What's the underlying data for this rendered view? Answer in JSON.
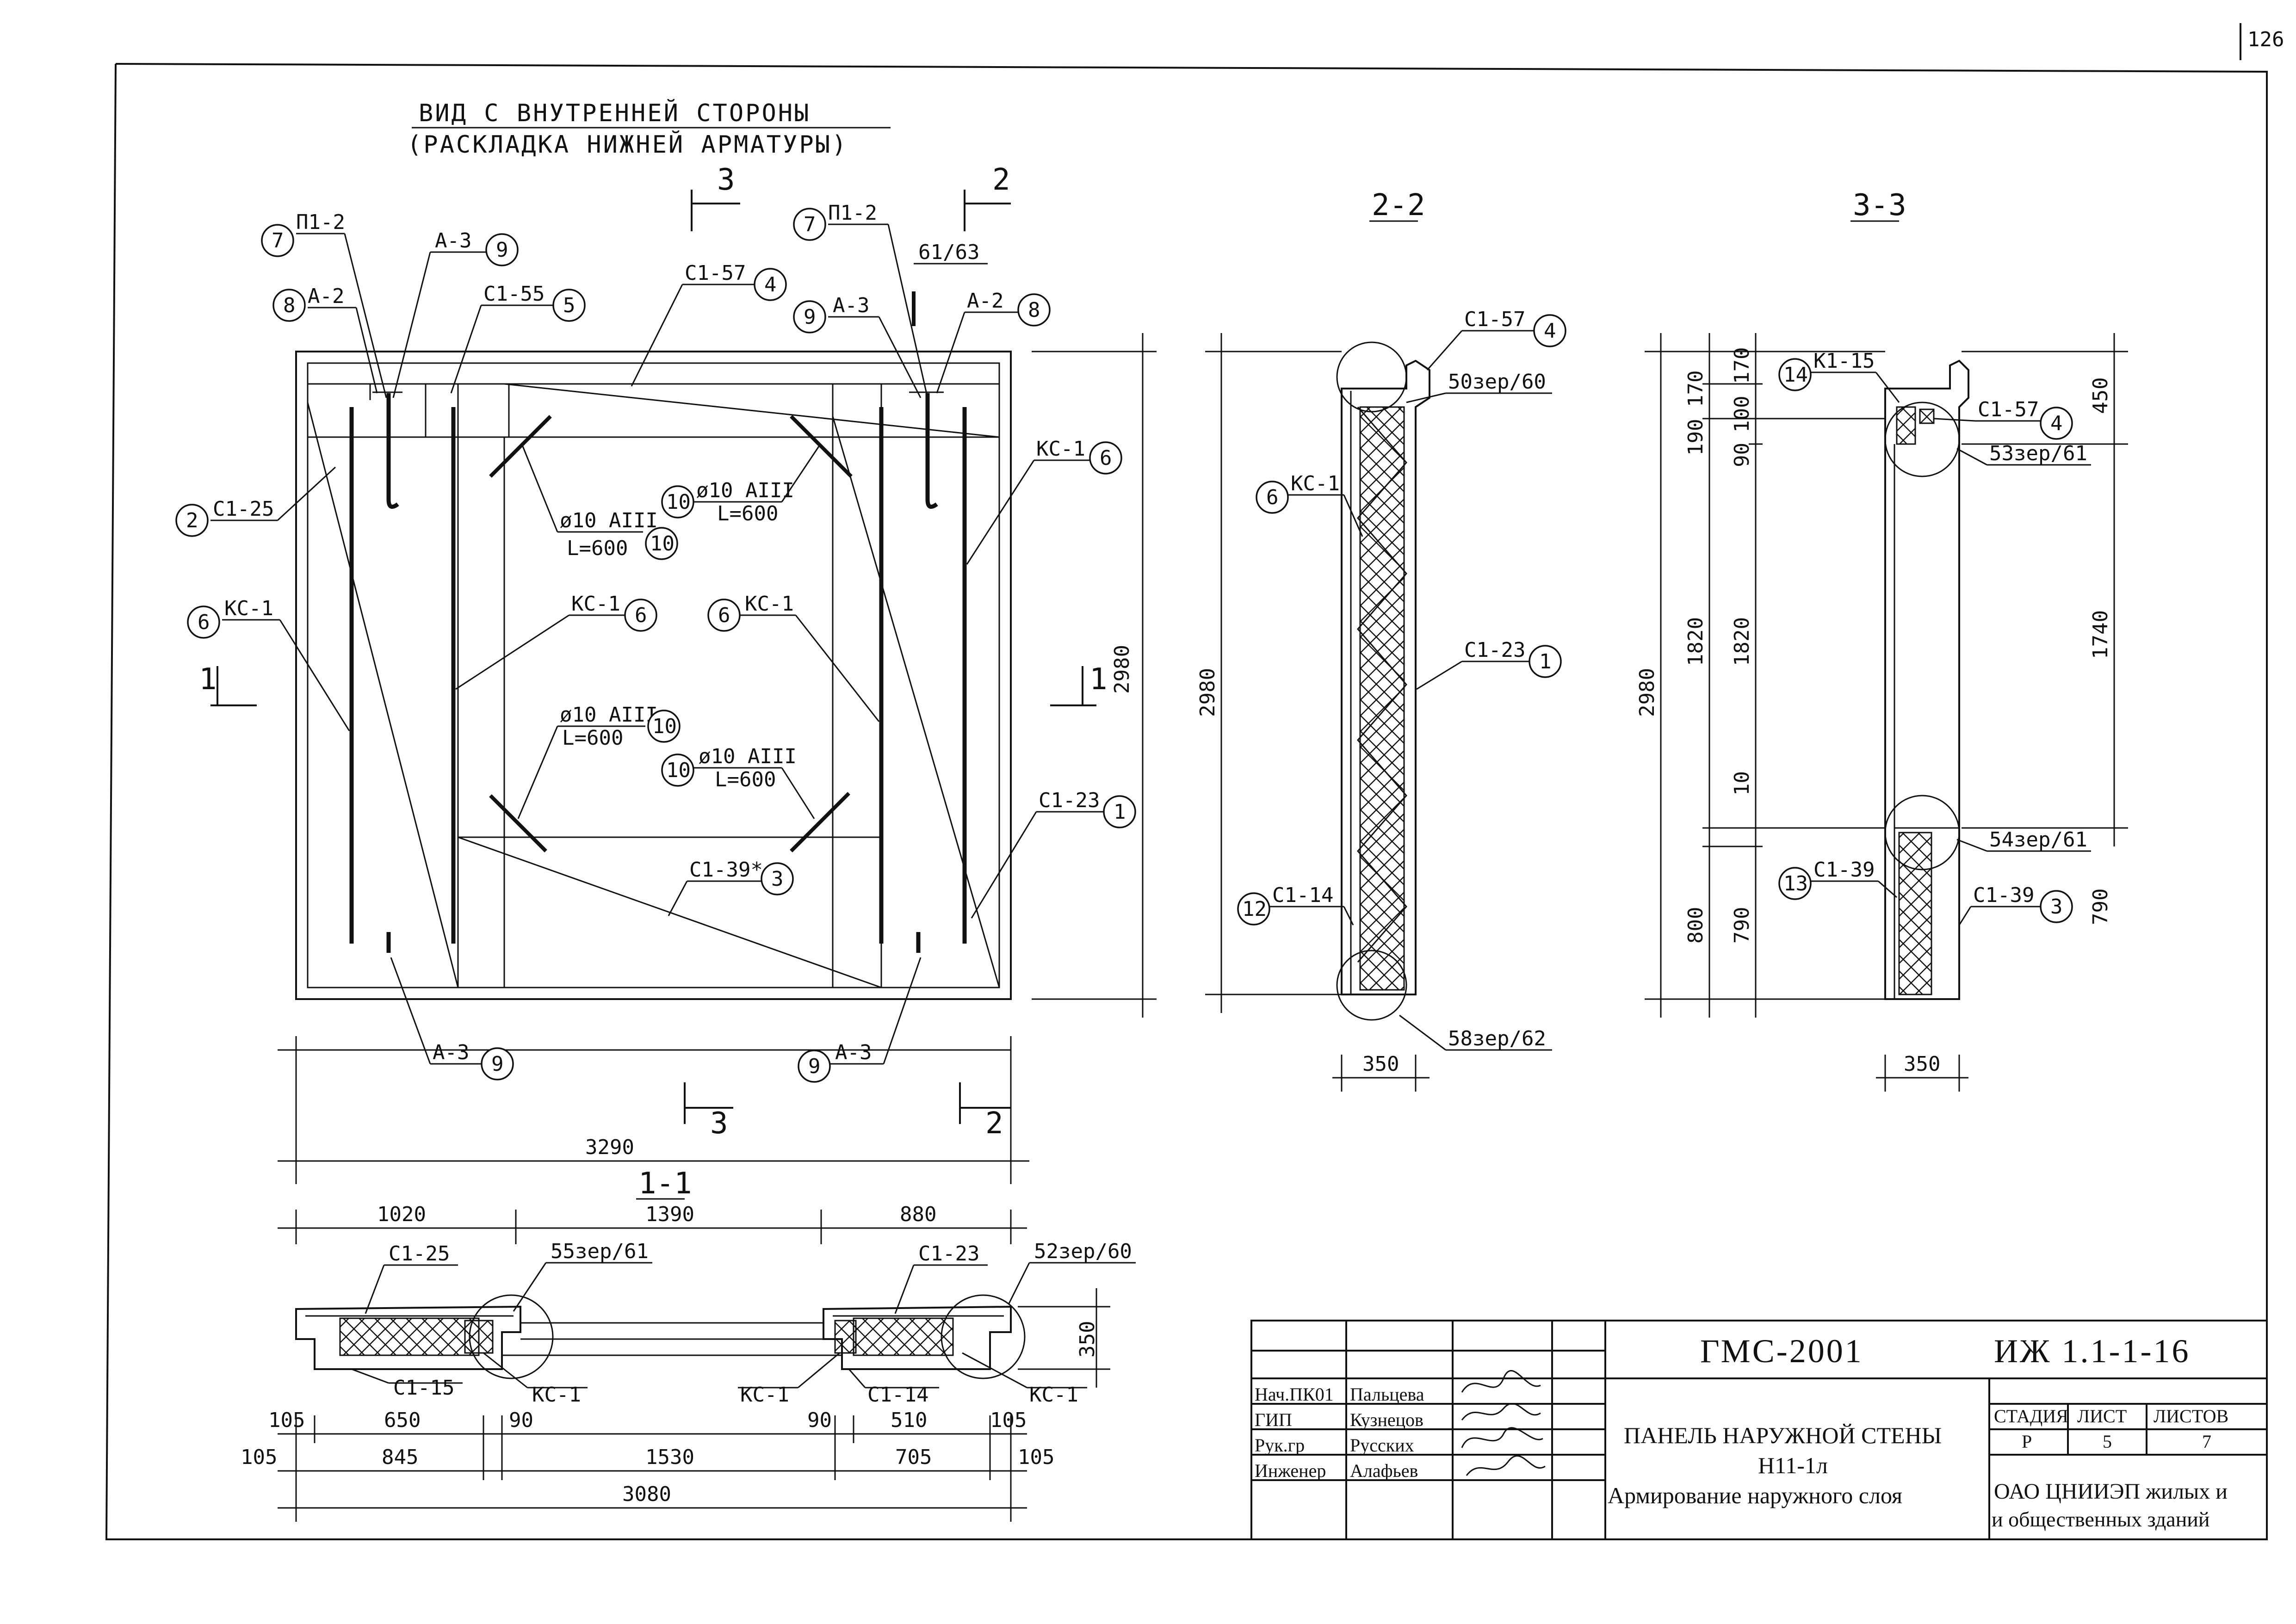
{
  "page_number": "126",
  "main_title": {
    "line1": "ВИД С ВНУТРЕННЕЙ СТОРОНЫ",
    "line2": "(РАСКЛАДКА НИЖНЕЙ АРМАТУРЫ)"
  },
  "section_labels": {
    "s22": "2-2",
    "s33": "3-3",
    "s11": "1-1",
    "cut1": "1",
    "cut2": "2",
    "cut3": "3"
  },
  "elevation": {
    "width_dim": "3290",
    "height_dim": "2980",
    "callouts": {
      "p12_left": "П1-2",
      "p12_left_n": "7",
      "a3_top_left": "А-3",
      "a3_top_left_n": "9",
      "a2_left": "А-2",
      "a2_left_n": "8",
      "c155": "С1-55",
      "c155_n": "5",
      "c157": "С1-57",
      "c157_n": "4",
      "p12_right": "П1-2",
      "p12_right_n": "7",
      "r6163": "61/63",
      "a3_top_right": "А-3",
      "a3_top_right_n": "9",
      "a2_right": "А-2",
      "a2_right_n": "8",
      "c125": "С1-25",
      "c125_n": "2",
      "kc1_right": "КС-1",
      "kc1_right_n": "6",
      "rod_a": "ø10 АIII",
      "rod_a_l": "L=600",
      "rod_a_n": "10",
      "rod_b": "ø10 АIII",
      "rod_b_l": "L=600",
      "rod_b_n": "10",
      "kc1_left": "КС-1",
      "kc1_left_n": "6",
      "kc1_mid": "КС-1",
      "kc1_mid_n": "6",
      "kc1_mid2": "КС-1",
      "kc1_mid2_n": "6",
      "rod_c": "ø10 АIII",
      "rod_c_l": "L=600",
      "rod_c_n": "10",
      "rod_d": "ø10 АIII",
      "rod_d_l": "L=600",
      "rod_d_n": "10",
      "c123": "С1-23",
      "c123_n": "1",
      "c139": "С1-39*",
      "c139_n": "3",
      "a3_bot_left": "А-3",
      "a3_bot_left_n": "9",
      "a3_bot_right": "А-3",
      "a3_bot_right_n": "9"
    }
  },
  "section22": {
    "height_dim": "2980",
    "width_dim": "350",
    "c157": "С1-57",
    "c157_n": "4",
    "z5060": "50зер/60",
    "kc1": "КС-1",
    "kc1_n": "6",
    "c123": "С1-23",
    "c123_n": "1",
    "c114": "С1-14",
    "c114_n": "12",
    "z5862": "58зер/62"
  },
  "section33": {
    "height_dim": "2980",
    "d170a": "170",
    "d190": "190",
    "d170b": "170",
    "d100": "100",
    "d90": "90",
    "d1820a": "1820",
    "d1820b": "1820",
    "d10": "10",
    "d800": "800",
    "d790a": "790",
    "d450": "450",
    "d1740": "1740",
    "d790b": "790",
    "width_dim": "350",
    "k115": "К1-15",
    "k115_n": "14",
    "c157": "С1-57",
    "c157_n": "4",
    "z5361": "53зер/61",
    "z5461": "54зер/61",
    "c139_left": "С1-39",
    "c139_left_n": "13",
    "c139_right": "С1-39",
    "c139_right_n": "3"
  },
  "section11": {
    "d1020": "1020",
    "d1390": "1390",
    "d880": "880",
    "c125": "С1-25",
    "z5561": "55зер/61",
    "c123": "С1-23",
    "z5260": "52зер/60",
    "d350": "350",
    "c115": "С1-15",
    "kc1_a": "КС-1",
    "kc1_b": "КС-1",
    "c114": "С1-14",
    "kc1_c": "КС-1",
    "row1": [
      "105",
      "650",
      "90",
      "90",
      "510",
      "105"
    ],
    "row2": [
      "105",
      "845",
      "1530",
      "705",
      "105"
    ],
    "total": "3080"
  },
  "title_block": {
    "project": "ГМС-2001",
    "code": "ИЖ 1.1-1-16",
    "roles": [
      {
        "role": "Нач.ПК01",
        "name": "Пальцева"
      },
      {
        "role": "ГИП",
        "name": "Кузнецов"
      },
      {
        "role": "Рук.гр",
        "name": "Русских"
      },
      {
        "role": "Инженер",
        "name": "Алафьев"
      }
    ],
    "name_line1": "ПАНЕЛЬ НАРУЖНОЙ СТЕНЫ",
    "name_line2": "Н11-1л",
    "name_line3": "Армирование наружного слоя",
    "stage_hdr": "СТАДИЯ",
    "sheet_hdr": "ЛИСТ",
    "sheets_hdr": "ЛИСТОВ",
    "stage": "Р",
    "sheet": "5",
    "sheets": "7",
    "org_line1": "ОАО ЦНИИЭП жилых и",
    "org_line2": "и общественных зданий"
  }
}
